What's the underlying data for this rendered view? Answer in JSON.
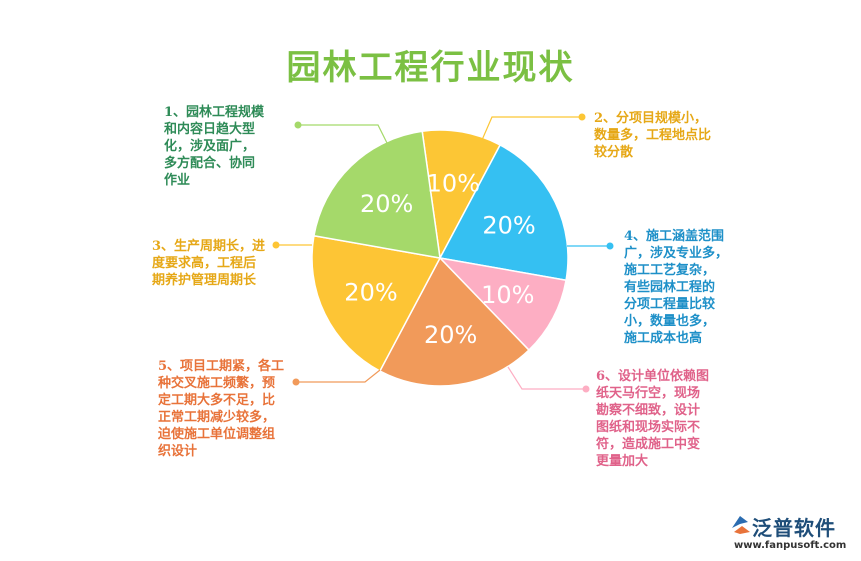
{
  "title": "园林工程行业现状",
  "colors": {
    "title": "#7bc043",
    "green_note": "#2e8b57",
    "orange_note": "#e6a817",
    "blue_note": "#1e90c8",
    "salmon_note": "#e8733a",
    "pink_note": "#e0628a"
  },
  "notes": {
    "n1": "1、园林工程规模\n和内容日趋大型\n化，涉及面广，\n多方配合、协同\n作业",
    "n2": "2、分项目规模小，\n数量多，工程地点比\n较分散",
    "n3": "3、生产周期长，进\n度要求高，工程后\n期养护管理周期长",
    "n4": "4、施工涵盖范围\n广，涉及专业多，\n施工工艺复杂，\n有些园林工程的\n分项工程量比较\n小，数量也多，\n施工成本也高",
    "n5": "5、项目工期紧，各工\n种交叉施工频繁，预\n定工期大多不足，比\n正常工期减少较多，\n迫使施工单位调整组\n织设计",
    "n6": "6、设计单位依赖图\n纸天马行空，现场\n勘察不细致，设计\n图纸和现场实际不\n符，造成施工中变\n更量加大"
  },
  "logo": {
    "name": "泛普软件",
    "url": "www.fanpusoft.com"
  },
  "chart_data": {
    "type": "pie",
    "slices": [
      {
        "label": "10%",
        "value": 10,
        "color": "#fcc635"
      },
      {
        "label": "20%",
        "value": 20,
        "color": "#35c0f2"
      },
      {
        "label": "10%",
        "value": 10,
        "color": "#fdaec3"
      },
      {
        "label": "20%",
        "value": 20,
        "color": "#f19a5a"
      },
      {
        "label": "20%",
        "value": 20,
        "color": "#fdc535"
      },
      {
        "label": "20%",
        "value": 20,
        "color": "#a5d96a"
      }
    ]
  }
}
